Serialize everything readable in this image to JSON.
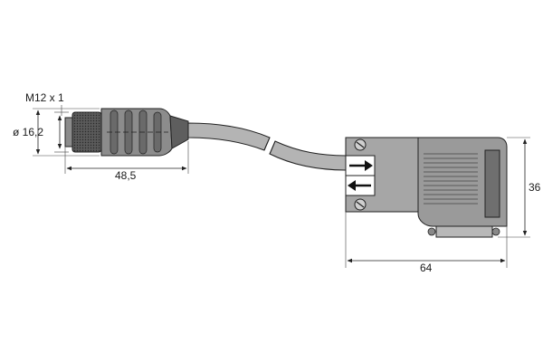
{
  "labels": {
    "thread": "M12 x 1",
    "diameter": "ø 16,2",
    "length_connector": "48,5",
    "height_housing": "36",
    "width_housing": "64"
  },
  "colors": {
    "outline": "#222222",
    "connector_body": "#8c8c8c",
    "connector_dark": "#5e5e5e",
    "knurl": "#4a4a4a",
    "cable": "#b4b4b4",
    "housing": "#9a9a9a",
    "housing_dark": "#6f6f6f"
  }
}
